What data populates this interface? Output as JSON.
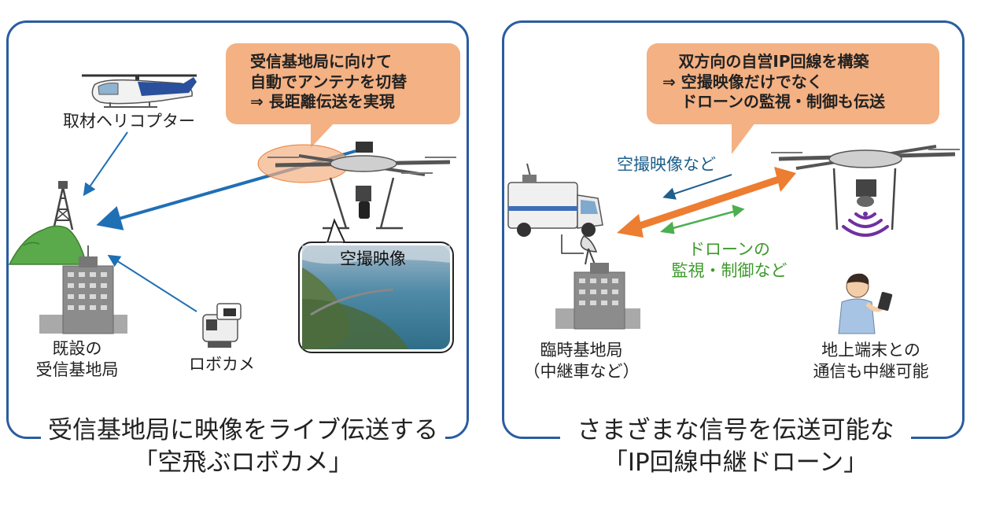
{
  "left_panel": {
    "callout": [
      "受信基地局に向けて",
      "自動でアンテナを切替",
      "⇒ 長距離伝送を実現"
    ],
    "helicopter_label": "取材ヘリコプター",
    "base_station_label": [
      "既設の",
      "受信基地局"
    ],
    "robo_camera_label": "ロボカメ",
    "aerial_image_label": "空撮映像",
    "caption": [
      "受信基地局に映像をライブ伝送する",
      "「空飛ぶロボカメ」"
    ]
  },
  "right_panel": {
    "callout": [
      "双方向の自営IP回線を構築",
      "⇒ 空撮映像だけでなく",
      "ドローンの監視・制御も伝送"
    ],
    "video_label": "空撮映像など",
    "control_label": [
      "ドローンの",
      "監視・制御など"
    ],
    "temp_station_label": [
      "臨時基地局",
      "（中継車など）"
    ],
    "terminal_label": [
      "地上端末との",
      "通信も中継可能"
    ],
    "caption": [
      "さまざまな信号を伝送可能な",
      "「IP回線中継ドローン」"
    ]
  },
  "colors": {
    "frame": "#2a5d9f",
    "callout_fill": "#f4b183",
    "arrow_blue": "#1f6fb5",
    "arrow_orange": "#ed7d31",
    "arrow_green": "#4caf50",
    "text_teal": "#1f5f8b",
    "text_green": "#3e9a2c",
    "wifi_purple": "#7030a0",
    "mountain_green": "#5aa94a"
  },
  "icons": [
    "helicopter-icon",
    "drone-icon",
    "radio-tower-icon",
    "building-icon",
    "robo-camera-icon",
    "relay-van-icon",
    "satellite-dish-icon",
    "person-smartphone-icon",
    "wifi-signal-icon"
  ]
}
